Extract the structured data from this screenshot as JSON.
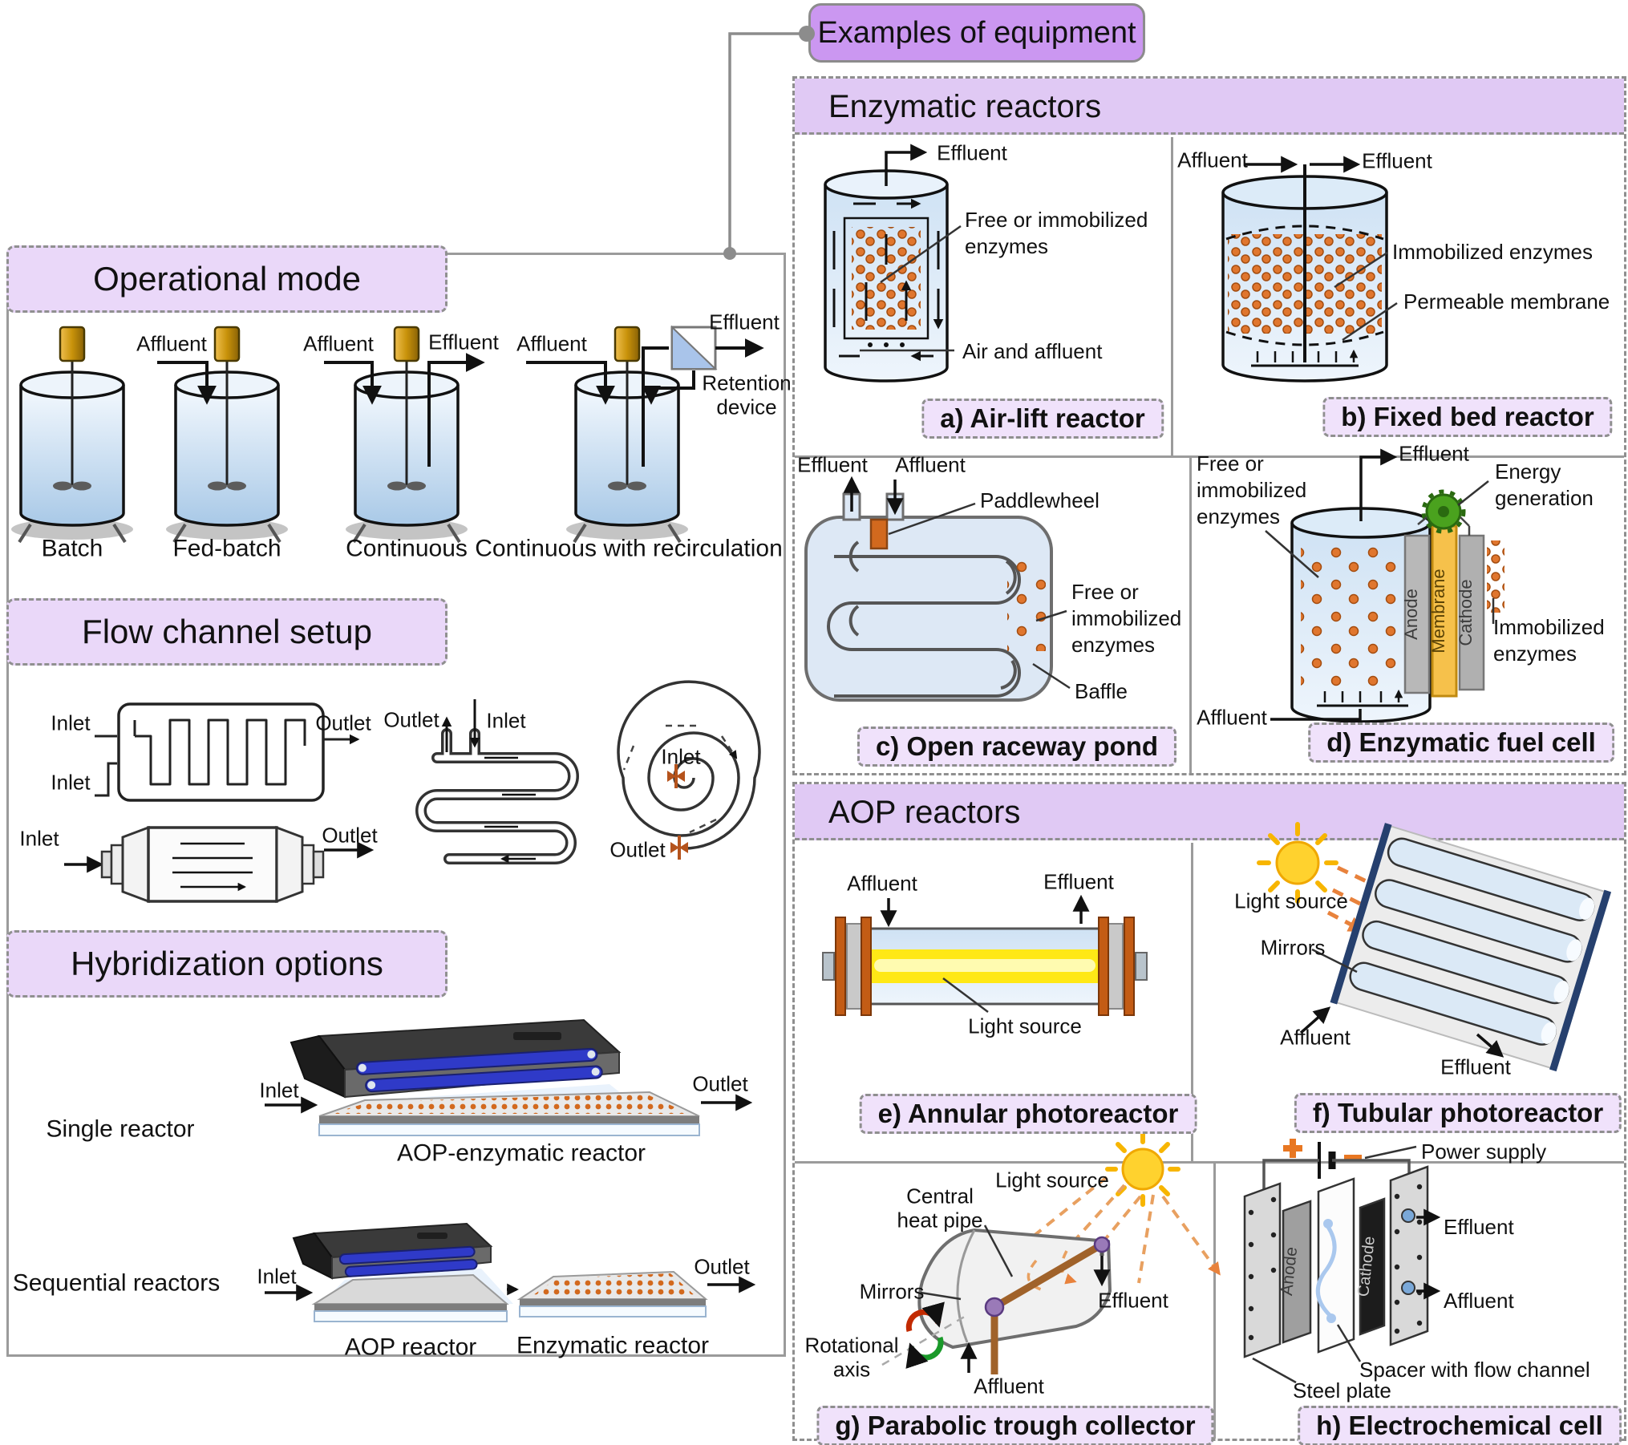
{
  "title": "Examples of equipment",
  "terms": {
    "affluent": "Affluent",
    "effluent": "Effluent",
    "inlet": "Inlet",
    "outlet": "Outlet",
    "light_source": "Light source",
    "mirrors": "Mirrors"
  },
  "left_panel": {
    "operational": {
      "header": "Operational mode",
      "tank_labels": [
        "Batch",
        "Fed-batch",
        "Continuous",
        "Continuous with recirculation"
      ],
      "retention_line1": "Retention",
      "retention_line2": "device"
    },
    "flow": {
      "header": "Flow channel setup"
    },
    "hybrid": {
      "header": "Hybridization options",
      "single": "Single reactor",
      "sequential": "Sequential reactors",
      "single_caption": "AOP-enzymatic reactor",
      "seq_caption_aop": "AOP reactor",
      "seq_caption_enz": "Enzymatic reactor"
    }
  },
  "enzymatic": {
    "header": "Enzymatic reactors",
    "a": {
      "caption": "a) Air-lift reactor",
      "free_line1": "Free or immobilized",
      "free_line2": "enzymes",
      "air": "Air and affluent"
    },
    "b": {
      "caption": "b) Fixed bed reactor",
      "immobilized": "Immobilized enzymes",
      "membrane": "Permeable membrane"
    },
    "c": {
      "caption": "c) Open raceway pond",
      "paddlewheel": "Paddlewheel",
      "free_line1": "Free or",
      "free_line2": "immobilized",
      "free_line3": "enzymes",
      "baffle": "Baffle"
    },
    "d": {
      "caption": "d) Enzymatic fuel cell",
      "free_line1": "Free or",
      "free_line2": "immobilized",
      "free_line3": "enzymes",
      "energy_line1": "Energy",
      "energy_line2": "generation",
      "membrane": "Membrane",
      "anode": "Anode",
      "cathode": "Cathode",
      "imm_line1": "Immobilized",
      "imm_line2": "enzymes"
    }
  },
  "aop": {
    "header": "AOP reactors",
    "e": {
      "caption": "e) Annular photoreactor"
    },
    "f": {
      "caption": "f) Tubular photoreactor"
    },
    "g": {
      "caption": "g) Parabolic trough collector",
      "central_line1": "Central",
      "central_line2": "heat pipe",
      "rot_line1": "Rotational",
      "rot_line2": "axis"
    },
    "h": {
      "caption": "h) Electrochemical cell",
      "power": "Power supply",
      "spacer": "Spacer with flow channel",
      "steel": "Steel plate",
      "anode": "Anode",
      "cathode": "Cathode",
      "plus": "+",
      "minus": "−"
    }
  },
  "colors": {
    "accent_purple": "#cb97f1",
    "header_purple": "#e0c9f4",
    "caption_purple": "#f0e2fb",
    "enzyme_orange": "#e0762e",
    "lamp_yellow": "#ffe816",
    "membrane_yellow": "#f6c14b",
    "uv_blue": "#3038c8",
    "gear_green": "#47a31e",
    "sun_yellow": "#ffd22e",
    "power_orange": "#e87722"
  }
}
